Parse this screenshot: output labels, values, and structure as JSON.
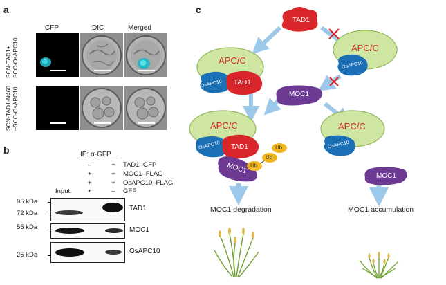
{
  "panel_a": {
    "letter": "a",
    "columns": [
      "CFP",
      "DIC",
      "Merged"
    ],
    "rows": [
      {
        "line1": "SCN-TAD1+",
        "line2": "SCC-OsAPC10"
      },
      {
        "line1": "SCN-TAD1-N460",
        "line2": "+SCC-OsAPC10"
      }
    ]
  },
  "panel_b": {
    "letter": "b",
    "ip_label": "IP: α-GFP",
    "conditions": [
      {
        "label": "TAD1–GFP",
        "marks": [
          "",
          "–",
          "+"
        ]
      },
      {
        "label": "MOC1–FLAG",
        "marks": [
          "",
          "+",
          "+"
        ]
      },
      {
        "label": "OsAPC10–FLAG",
        "marks": [
          "",
          "+",
          "+"
        ]
      },
      {
        "label": "GFP",
        "marks": [
          "",
          "+",
          "–"
        ]
      }
    ],
    "input_label": "Input",
    "markers": [
      "95 kDa",
      "72 kDa",
      "55 kDa",
      "25 kDa"
    ],
    "blots": [
      "TAD1",
      "MOC1",
      "OsAPC10"
    ]
  },
  "panel_c": {
    "letter": "c",
    "tad1": "TAD1",
    "apcc": "APC/C",
    "osapc10": "OsAPC10",
    "moc1": "MOC1",
    "ub": "Ub",
    "degradation": "MOC1 degradation",
    "accumulation": "MOC1 accumulation"
  },
  "colors": {
    "apcc_green": "#cfe6a3",
    "apcc_text": "#d62a2a",
    "tad1_red": "#d9262a",
    "osapc10_blue": "#1a6fb5",
    "moc1_purple": "#6c3a93",
    "ub_yellow": "#f2b71f",
    "arrow_blue": "#9cc8ea",
    "cross_red": "#e02020"
  }
}
